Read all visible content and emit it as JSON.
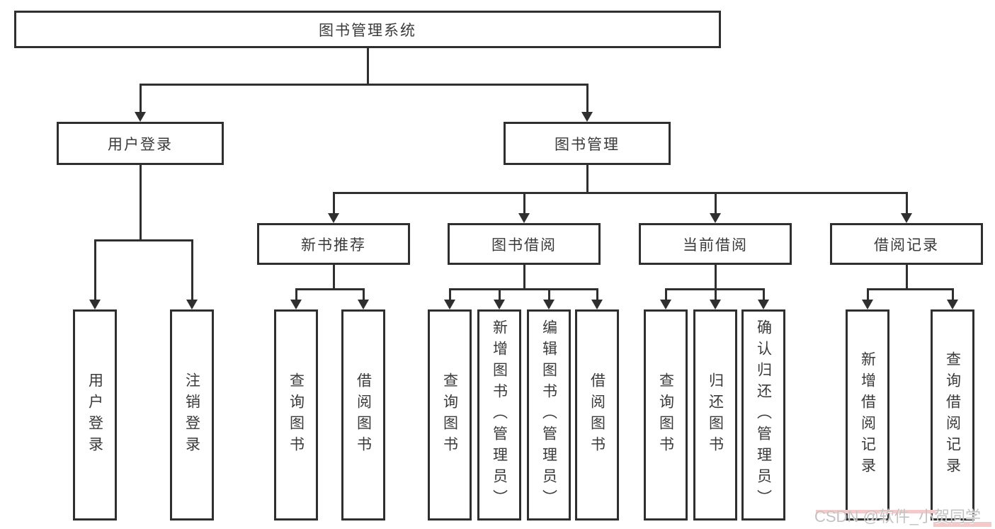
{
  "diagram": {
    "root": {
      "label": "图书管理系统"
    },
    "level2": [
      {
        "label": "用户登录"
      },
      {
        "label": "图书管理"
      }
    ],
    "level3": [
      {
        "label": "新书推荐"
      },
      {
        "label": "图书借阅"
      },
      {
        "label": "当前借阅"
      },
      {
        "label": "借阅记录"
      }
    ],
    "leaf_groups": [
      {
        "parent": "用户登录",
        "items": [
          "用户登录",
          "注销登录"
        ]
      },
      {
        "parent": "新书推荐",
        "items": [
          "查询图书",
          "借阅图书"
        ]
      },
      {
        "parent": "图书借阅",
        "items": [
          "查询图书",
          "新增图书（管理员）",
          "编辑图书（管理员）",
          "借阅图书"
        ]
      },
      {
        "parent": "当前借阅",
        "items": [
          "查询图书",
          "归还图书",
          "确认归还（管理员）"
        ]
      },
      {
        "parent": "借阅记录",
        "items": [
          "新增借阅记录",
          "查询借阅记录"
        ]
      }
    ]
  },
  "watermark": {
    "text": "CSDN @软件_小贺同学"
  },
  "colors": {
    "line": "#2f2f2f",
    "text": "#3a3a3a",
    "background": "#ffffff",
    "watermark": "#c2c2c2",
    "watermark_accent": "#f3c9c9"
  }
}
